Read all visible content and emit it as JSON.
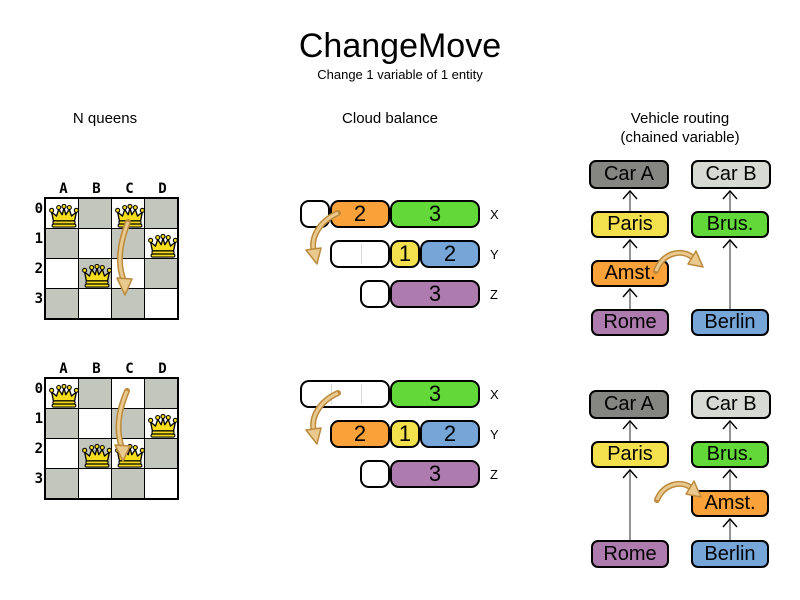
{
  "header": {
    "title": "ChangeMove",
    "subtitle": "Change 1 variable of 1 entity"
  },
  "sections": {
    "nqueens": {
      "title": "N queens",
      "col_labels": [
        "A",
        "B",
        "C",
        "D"
      ],
      "row_labels": [
        "0",
        "1",
        "2",
        "3"
      ],
      "before": {
        "queen_cells": [
          "A0",
          "C0",
          "D1",
          "B2"
        ],
        "move": {
          "from": "C0",
          "to": "C2"
        }
      },
      "after": {
        "queen_cells": [
          "A0",
          "D1",
          "B2",
          "C2"
        ]
      }
    },
    "cloud": {
      "title": "Cloud balance",
      "process_labels": [
        "X",
        "Y",
        "Z"
      ],
      "before": {
        "rows": [
          {
            "label": "X",
            "blocks": [
              {
                "value": "2",
                "color": "#f9a23a"
              },
              {
                "value": "3",
                "color": "#73d83c"
              }
            ]
          },
          {
            "label": "Y",
            "blocks": [
              {
                "value": "1",
                "color": "#f3e04d"
              },
              {
                "value": "2",
                "color": "#76a5d8"
              }
            ]
          },
          {
            "label": "Z",
            "blocks": [
              {
                "value": "3",
                "color": "#ab79ab"
              }
            ]
          }
        ],
        "move": {
          "block": "2",
          "from": "X",
          "to": "Y"
        }
      },
      "after": {
        "rows": [
          {
            "label": "X",
            "blocks": [
              {
                "value": "3",
                "color": "#73d83c"
              }
            ]
          },
          {
            "label": "Y",
            "blocks": [
              {
                "value": "2",
                "color": "#f9a23a"
              },
              {
                "value": "1",
                "color": "#f3e04d"
              },
              {
                "value": "2",
                "color": "#76a5d8"
              }
            ]
          },
          {
            "label": "Z",
            "blocks": [
              {
                "value": "3",
                "color": "#ab79ab"
              }
            ]
          }
        ]
      }
    },
    "vrp": {
      "title": "Vehicle routing",
      "subtitle": "(chained variable)",
      "labels": {
        "car_a": "Car A",
        "car_b": "Car B",
        "paris": "Paris",
        "brus": "Brus.",
        "amst": "Amst.",
        "rome": "Rome",
        "berlin": "Berlin"
      },
      "before": {
        "chains": [
          [
            "Rome",
            "Amst.",
            "Paris",
            "Car A"
          ],
          [
            "Berlin",
            "Brus.",
            "Car B"
          ]
        ],
        "move": {
          "entity": "Amst.",
          "to_chain": "Car B"
        }
      },
      "after": {
        "chains": [
          [
            "Rome",
            "Paris",
            "Car A"
          ],
          [
            "Berlin",
            "Amst.",
            "Brus.",
            "Car B"
          ]
        ]
      }
    }
  },
  "colors": {
    "board_dark_cell": "#c2c6bc",
    "queen": "#f6de1c",
    "move_arrow_fill": "#e9c98e",
    "move_arrow_outline": "#bb8a3c",
    "chain_line": "#7a7a7a",
    "car_a": "#858581",
    "car_b": "#d6dad2",
    "yellow": "#f3e04d",
    "green": "#62d839",
    "orange": "#f9a23a",
    "purple": "#ad7bad",
    "blue": "#76a5d8"
  }
}
